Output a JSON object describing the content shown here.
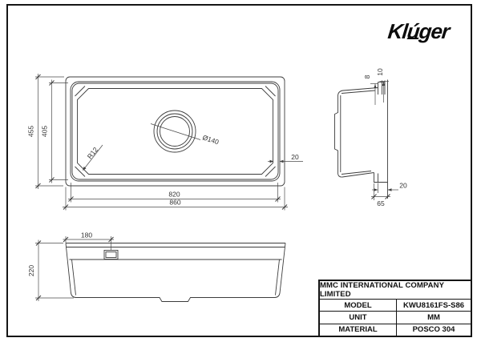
{
  "brand": {
    "logo_text": "Klúger"
  },
  "views": {
    "top": {
      "width_outer": "860",
      "width_inner": "820",
      "depth_outer": "455",
      "depth_inner": "405",
      "corner_radius_label": "R12",
      "drain_label": "Ø140",
      "rim_width": "20"
    },
    "side": {
      "lip_thickness": "8",
      "lip_height": "10",
      "ledge_offset": "20",
      "ledge_width": "65"
    },
    "front": {
      "overflow_offset": "180",
      "height": "220"
    }
  },
  "title_block": {
    "company": "MMC INTERNATIONAL COMPANY LIMITED",
    "rows": [
      {
        "label": "MODEL",
        "value": "KWU8161FS-S86"
      },
      {
        "label": "UNIT",
        "value": "MM"
      },
      {
        "label": "MATERIAL",
        "value": "POSCO 304"
      }
    ]
  }
}
